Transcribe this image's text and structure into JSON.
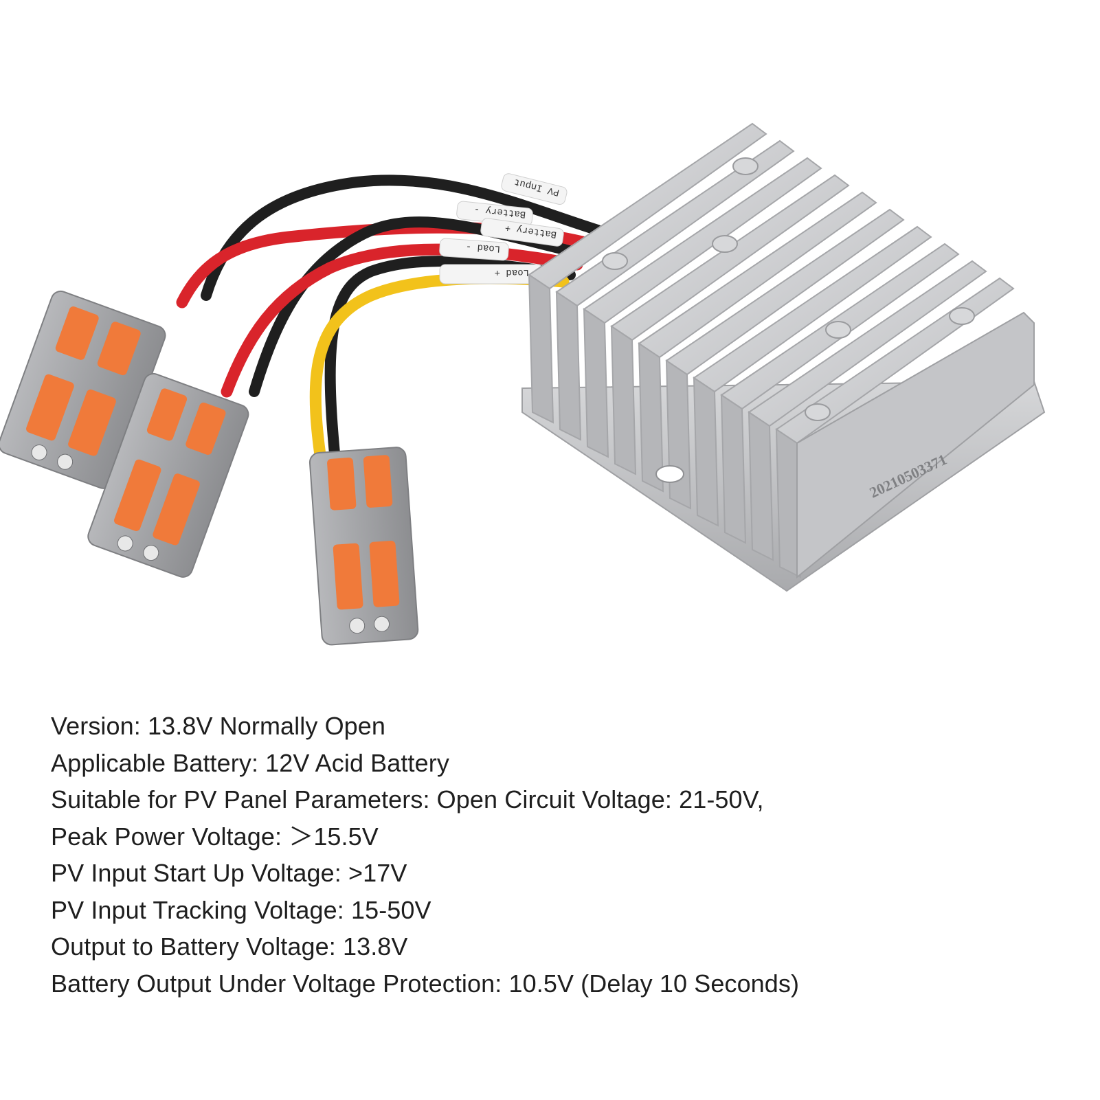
{
  "product": {
    "serial_number": "20210503371",
    "wire_labels": [
      "PV Input",
      "Battery -",
      "Battery +",
      "Load -",
      "Load +"
    ],
    "icons": [
      "controller-heatsink-icon",
      "wire-connector-icon"
    ],
    "colors": {
      "background": "#ffffff",
      "housing": "#c9cacc",
      "connector_body": "#a3a4a7",
      "connector_lever": "#f07a3a",
      "wire_red": "#d9242b",
      "wire_black": "#1f1f1f",
      "wire_yellow": "#f2c21b",
      "text": "#1e1e1e"
    }
  },
  "specs": [
    "Version: 13.8V Normally Open",
    "Applicable Battery: 12V Acid Battery",
    "Suitable for PV Panel Parameters: Open Circuit Voltage: 21-50V,",
    "Peak Power Voltage: ＞15.5V",
    "PV Input Start Up Voltage: >17V",
    "PV Input Tracking Voltage: 15-50V",
    "Output to Battery Voltage: 13.8V",
    "Battery Output Under Voltage Protection: 10.5V (Delay 10 Seconds)"
  ]
}
